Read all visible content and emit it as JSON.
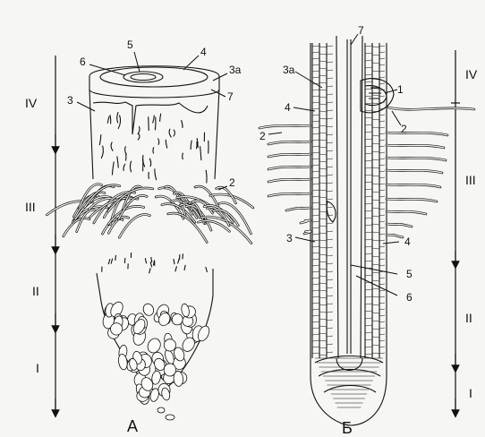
{
  "panels": {
    "A": {
      "title": "А",
      "zones": [
        "IV",
        "III",
        "II",
        "I"
      ],
      "labels": {
        "l5": "5",
        "l6": "6",
        "l4": "4",
        "l3a": "3а",
        "l7": "7",
        "l3": "3",
        "l2": "2"
      }
    },
    "B": {
      "title": "Б",
      "zones": [
        "IV",
        "III",
        "II",
        "I"
      ],
      "labels": {
        "l7": "7",
        "l3a": "3а",
        "l1": "1",
        "l4top": "4",
        "l2left": "2",
        "l2right": "2",
        "l3": "3",
        "l4bot": "4",
        "l5": "5",
        "l6": "6"
      }
    }
  }
}
